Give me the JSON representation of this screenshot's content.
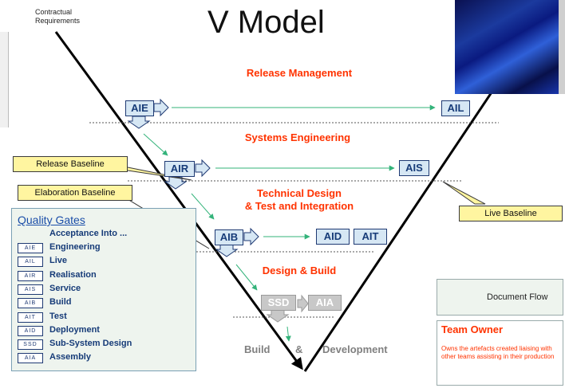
{
  "title": "V Model",
  "contractual": "Contractual Requirements",
  "phases": {
    "release": "Release Management",
    "systems": "Systems Engineering",
    "technical_1": "Technical Design",
    "technical_2": "& Test and Integration",
    "design_build": "Design & Build"
  },
  "boxes": {
    "aie": "AIE",
    "ail": "AIL",
    "air": "AIR",
    "ais": "AIS",
    "aib": "AIB",
    "aid": "AID",
    "ait": "AIT",
    "ssd": "SSD",
    "aia": "AIA"
  },
  "callouts": {
    "release_baseline": "Release Baseline",
    "elaboration_baseline": "Elaboration Baseline",
    "live_baseline": "Live Baseline"
  },
  "quality_gates": {
    "title": "Quality Gates",
    "header": "Acceptance Into ...",
    "items": [
      {
        "code": "AIE",
        "name": "Engineering"
      },
      {
        "code": "AIL",
        "name": "Live"
      },
      {
        "code": "AIR",
        "name": "Realisation"
      },
      {
        "code": "AIS",
        "name": "Service"
      },
      {
        "code": "AIB",
        "name": "Build"
      },
      {
        "code": "AIT",
        "name": "Test"
      },
      {
        "code": "AID",
        "name": "Deployment"
      },
      {
        "code": "SSD",
        "name": "Sub-System Design"
      },
      {
        "code": "AIA",
        "name": "Assembly"
      }
    ]
  },
  "legend": {
    "document_flow": "Document Flow"
  },
  "team_owner": {
    "title": "Team Owner",
    "description": "Owns the artefacts created liaising with other teams assisting in their production"
  },
  "bottom": {
    "build": "Build",
    "amp": "&",
    "development": "Development"
  },
  "colors": {
    "phase": "#ff3300",
    "box_fill": "#d6e7f4",
    "box_text": "#163b78",
    "flow": "#33b37a",
    "callout": "#fff5a0"
  }
}
